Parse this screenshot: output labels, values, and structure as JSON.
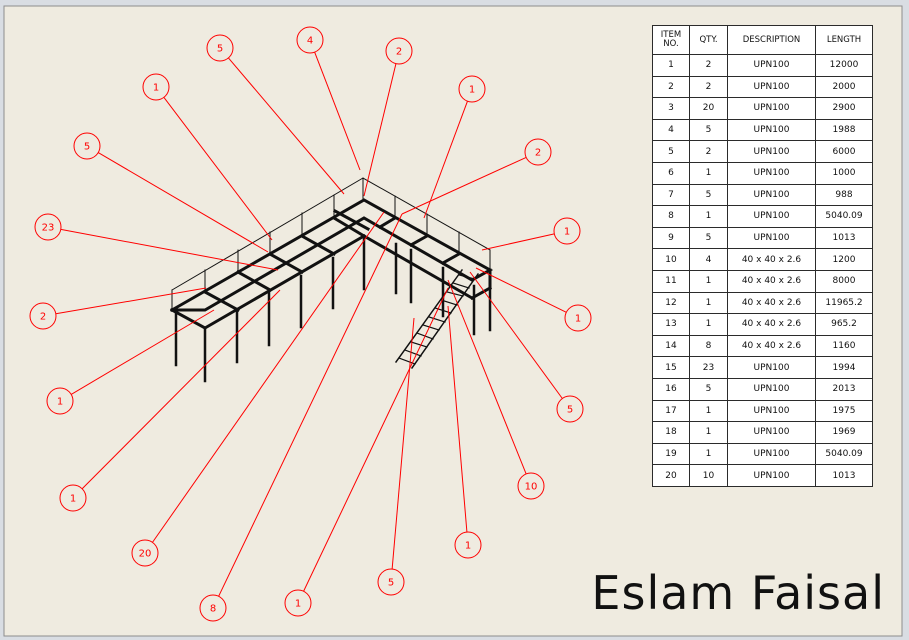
{
  "drawing": {
    "author": "Eslam Faisal",
    "leader_color": "#ff0000",
    "balloons": [
      "5",
      "4",
      "2",
      "1",
      "1",
      "5",
      "2",
      "23",
      "1",
      "2",
      "1",
      "1",
      "5",
      "1",
      "10",
      "20",
      "1",
      "5",
      "1",
      "8"
    ]
  },
  "bom": {
    "headers": [
      "ITEM NO.",
      "QTY.",
      "DESCRIPTION",
      "LENGTH"
    ],
    "rows": [
      [
        "1",
        "2",
        "UPN100",
        "12000"
      ],
      [
        "2",
        "2",
        "UPN100",
        "2000"
      ],
      [
        "3",
        "20",
        "UPN100",
        "2900"
      ],
      [
        "4",
        "5",
        "UPN100",
        "1988"
      ],
      [
        "5",
        "2",
        "UPN100",
        "6000"
      ],
      [
        "6",
        "1",
        "UPN100",
        "1000"
      ],
      [
        "7",
        "5",
        "UPN100",
        "988"
      ],
      [
        "8",
        "1",
        "UPN100",
        "5040.09"
      ],
      [
        "9",
        "5",
        "UPN100",
        "1013"
      ],
      [
        "10",
        "4",
        "40 x 40 x 2.6",
        "1200"
      ],
      [
        "11",
        "1",
        "40 x 40 x 2.6",
        "8000"
      ],
      [
        "12",
        "1",
        "40 x 40 x 2.6",
        "11965.2"
      ],
      [
        "13",
        "1",
        "40 x 40 x 2.6",
        "965.2"
      ],
      [
        "14",
        "8",
        "40 x 40 x 2.6",
        "1160"
      ],
      [
        "15",
        "23",
        "UPN100",
        "1994"
      ],
      [
        "16",
        "5",
        "UPN100",
        "2013"
      ],
      [
        "17",
        "1",
        "UPN100",
        "1975"
      ],
      [
        "18",
        "1",
        "UPN100",
        "1969"
      ],
      [
        "19",
        "1",
        "UPN100",
        "5040.09"
      ],
      [
        "20",
        "10",
        "UPN100",
        "1013"
      ]
    ]
  }
}
